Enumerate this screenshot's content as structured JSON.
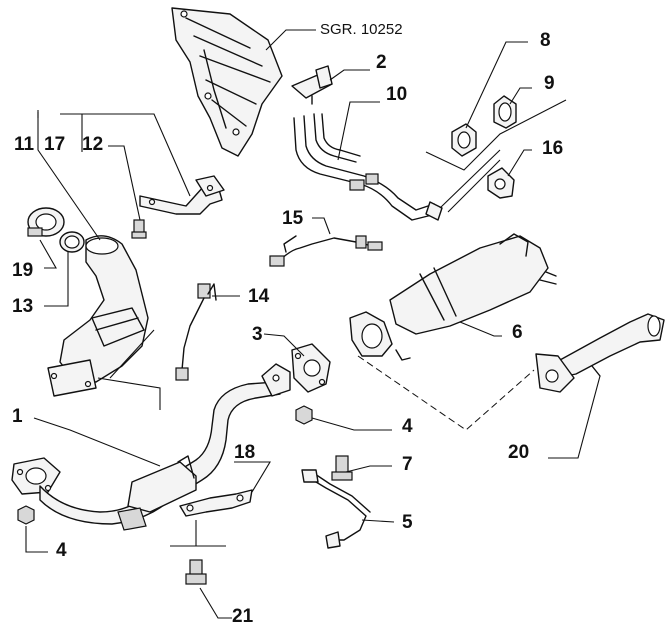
{
  "reference_label": "SGR. 10252",
  "callouts": {
    "c1": "1",
    "c2": "2",
    "c3": "3",
    "c4a": "4",
    "c4b": "4",
    "c5": "5",
    "c6": "6",
    "c7": "7",
    "c8": "8",
    "c9": "9",
    "c10": "10",
    "c11": "11",
    "c12": "12",
    "c13": "13",
    "c14": "14",
    "c15": "15",
    "c16": "16",
    "c17": "17",
    "c18": "18",
    "c19": "19",
    "c20": "20",
    "c21": "21"
  }
}
